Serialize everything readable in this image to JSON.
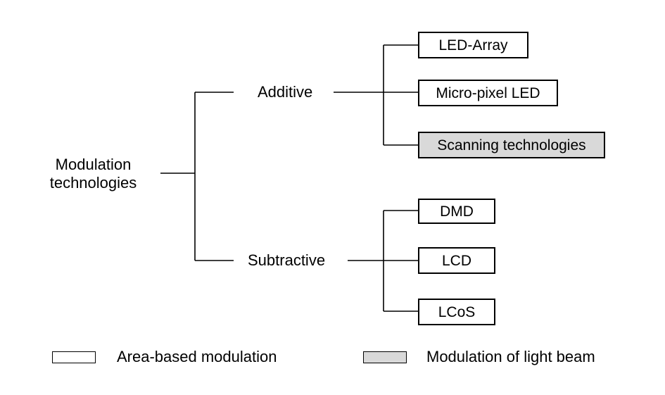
{
  "diagram": {
    "root_line1": "Modulation",
    "root_line2": "technologies",
    "branches": [
      {
        "label": "Additive",
        "children": [
          "LED-Array",
          "Micro-pixel LED",
          "Scanning technologies"
        ]
      },
      {
        "label": "Subtractive",
        "children": [
          "DMD",
          "LCD",
          "LCoS"
        ]
      }
    ]
  },
  "legend": {
    "area_based": "Area-based modulation",
    "light_beam": "Modulation of light beam"
  },
  "colors": {
    "line": "#000000",
    "box_fill": "#ffffff",
    "shaded_fill": "#d9d9d9"
  }
}
